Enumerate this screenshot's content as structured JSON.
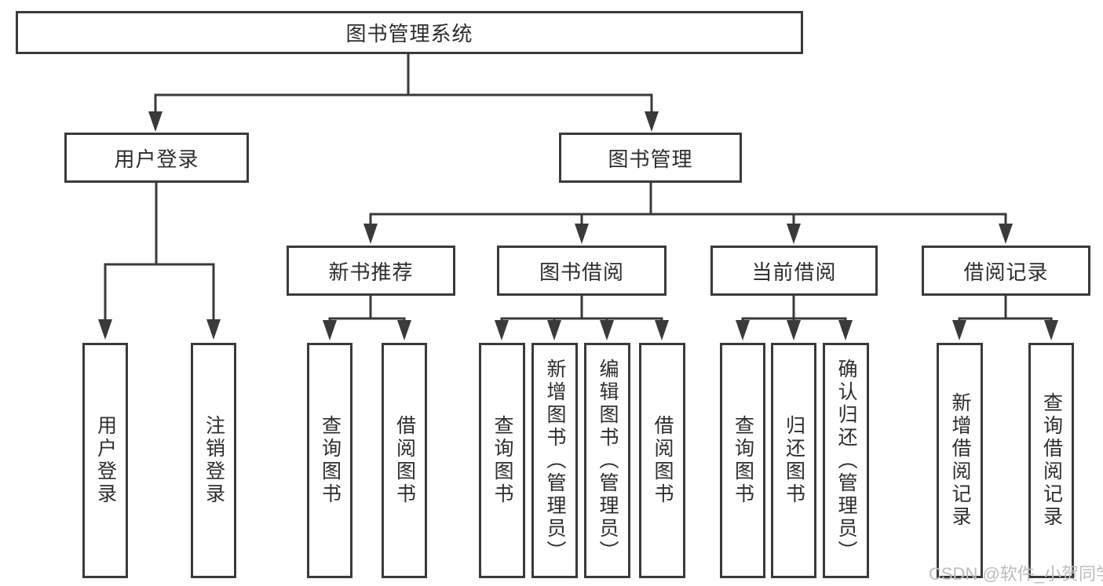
{
  "tree": {
    "root": {
      "label": "图书管理系统"
    },
    "branches": [
      {
        "label": "用户登录",
        "children": [
          {
            "label": "用户登录"
          },
          {
            "label": "注销登录"
          }
        ]
      },
      {
        "label": "图书管理",
        "children": [
          {
            "label": "新书推荐",
            "children": [
              {
                "label": "查询图书"
              },
              {
                "label": "借阅图书"
              }
            ]
          },
          {
            "label": "图书借阅",
            "children": [
              {
                "label": "查询图书"
              },
              {
                "label": "新增图书（管理员）"
              },
              {
                "label": "编辑图书（管理员）"
              },
              {
                "label": "借阅图书"
              }
            ]
          },
          {
            "label": "当前借阅",
            "children": [
              {
                "label": "查询图书"
              },
              {
                "label": "归还图书"
              },
              {
                "label": "确认归还（管理员）"
              }
            ]
          },
          {
            "label": "借阅记录",
            "children": [
              {
                "label": "新增借阅记录"
              },
              {
                "label": "查询借阅记录"
              }
            ]
          }
        ]
      }
    ]
  },
  "watermark": {
    "text": "CSDN @软件_小贺同学"
  },
  "colors": {
    "line": "#3a3a3a",
    "text": "#2d2d2d",
    "watermark": "#bdbdbd",
    "background": "#ffffff"
  }
}
